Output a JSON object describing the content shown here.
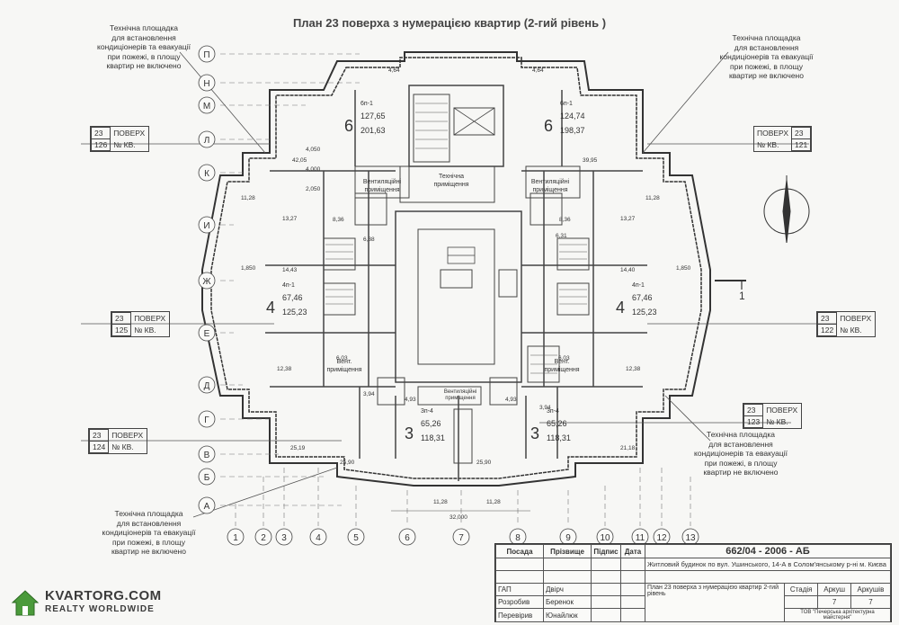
{
  "title": "План 23 поверха з нумерацією квартир (2-гий рівень )",
  "axes_rows": [
    "П",
    "Н",
    "М",
    "Л",
    "К",
    "И",
    "Ж",
    "Е",
    "Д",
    "Г",
    "В",
    "Б",
    "А"
  ],
  "axes_cols": [
    "1",
    "2",
    "3",
    "4",
    "5",
    "6",
    "7",
    "8",
    "9",
    "10",
    "11",
    "12",
    "13"
  ],
  "notes": {
    "tech_platform_lines": [
      "Технічна площадка",
      "для встановлення",
      "кондиціонерів та евакуації",
      "при пожежі, в площу",
      "квартир не включено"
    ]
  },
  "floor_boxes": {
    "label_floor": "ПОВЕРХ",
    "label_num": "№ КВ.",
    "num": "23",
    "apts": [
      "126",
      "121",
      "125",
      "122",
      "124",
      "123"
    ]
  },
  "apartments": [
    {
      "rooms": "6",
      "code": "6п-1",
      "area1": "127,65",
      "area2": "201,63"
    },
    {
      "rooms": "6",
      "code": "6п-1",
      "area1": "124,74",
      "area2": "198,37"
    },
    {
      "rooms": "4",
      "code": "4п-1",
      "area1": "67,46",
      "area2": "125,23"
    },
    {
      "rooms": "4",
      "code": "4п-1",
      "area1": "67,46",
      "area2": "125,23"
    },
    {
      "rooms": "3",
      "code": "3п-4",
      "area1": "65,26",
      "area2": "118,31"
    },
    {
      "rooms": "3",
      "code": "3п-4",
      "area1": "65,26",
      "area2": "118,31"
    }
  ],
  "rooms": {
    "tech_lines": [
      "Технічна",
      "приміщення"
    ],
    "vent_lines": [
      "Вентиляційні",
      "приміщення"
    ],
    "vent_short_lines": [
      "Вент.",
      "приміщення"
    ]
  },
  "section_mark": "1",
  "stamp": {
    "col_headers": [
      "Посада",
      "Прізвище",
      "Підпис",
      "Дата"
    ],
    "code": "662/04 - 2006 - АБ",
    "building": "Житловий будинок по вул. Ушинського, 14-А в Солом'янському р-ні м. Києва",
    "people": [
      {
        "role": "ГАП",
        "name": "Двірч"
      },
      {
        "role": "Розробив",
        "name": "Беренок"
      },
      {
        "role": "Перевірив",
        "name": "Юнайлюк"
      }
    ],
    "sheet_title": "План 23 поверха з нумерацією квартир 2-гий рівень",
    "stage_label": "Стадія",
    "sheet_label": "Аркуш",
    "sheets_label": "Аркушів",
    "sheet": "7",
    "sheets": "7",
    "org": "ТОВ \"Печерська архітектурна майстерня\""
  },
  "logo": {
    "name": "KVARTORG.COM",
    "sub": "REALTY WORLDWIDE"
  },
  "dims": [
    "4,64",
    "4,64",
    "42,05",
    "39,95",
    "11,28",
    "11,28",
    "13,27",
    "13,27",
    "8,36",
    "8,36",
    "14,43",
    "14,40",
    "12,38",
    "12,38",
    "6,03",
    "6,03",
    "4,93",
    "4,93",
    "3,94",
    "3,94",
    "25,19",
    "21,18",
    "25,90",
    "25,90",
    "11,28",
    "11,28",
    "6,38",
    "6,31",
    "1,850",
    "1,850",
    "32,000",
    "4,000",
    "4,050",
    "2,050"
  ]
}
